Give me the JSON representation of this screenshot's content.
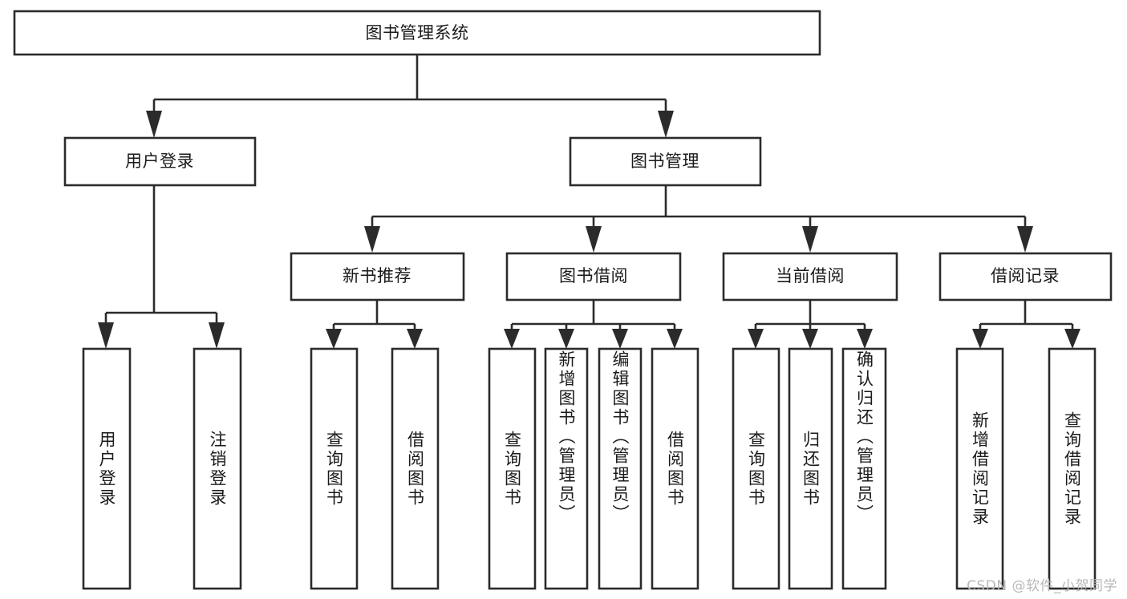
{
  "diagram": {
    "title": "图书管理系统",
    "type": "hierarchy-tree",
    "orientation": "top-down",
    "colors": {
      "box_stroke": "#2b2b2b",
      "box_fill": "#ffffff",
      "text": "#1a1a1a",
      "background": "#ffffff",
      "watermark": "#b8b8b8"
    },
    "root": {
      "label": "图书管理系统"
    },
    "level2": [
      {
        "label": "用户登录"
      },
      {
        "label": "图书管理"
      }
    ],
    "level3": [
      {
        "label": "新书推荐"
      },
      {
        "label": "图书借阅"
      },
      {
        "label": "当前借阅"
      },
      {
        "label": "借阅记录"
      }
    ],
    "leaves": {
      "user_login": [
        {
          "label": "用户登录"
        },
        {
          "label": "注销登录"
        }
      ],
      "new_book_recommend": [
        {
          "label": "查询图书"
        },
        {
          "label": "借阅图书"
        }
      ],
      "book_borrow": [
        {
          "label": "查询图书"
        },
        {
          "label": "新增图书（管理员）"
        },
        {
          "label": "编辑图书（管理员）"
        },
        {
          "label": "借阅图书"
        }
      ],
      "current_borrow": [
        {
          "label": "查询图书"
        },
        {
          "label": "归还图书"
        },
        {
          "label": "确认归还（管理员）"
        }
      ],
      "borrow_record": [
        {
          "label": "新增借阅记录"
        },
        {
          "label": "查询借阅记录"
        }
      ]
    }
  },
  "watermark": {
    "text": "CSDN @软件_小贺同学"
  }
}
